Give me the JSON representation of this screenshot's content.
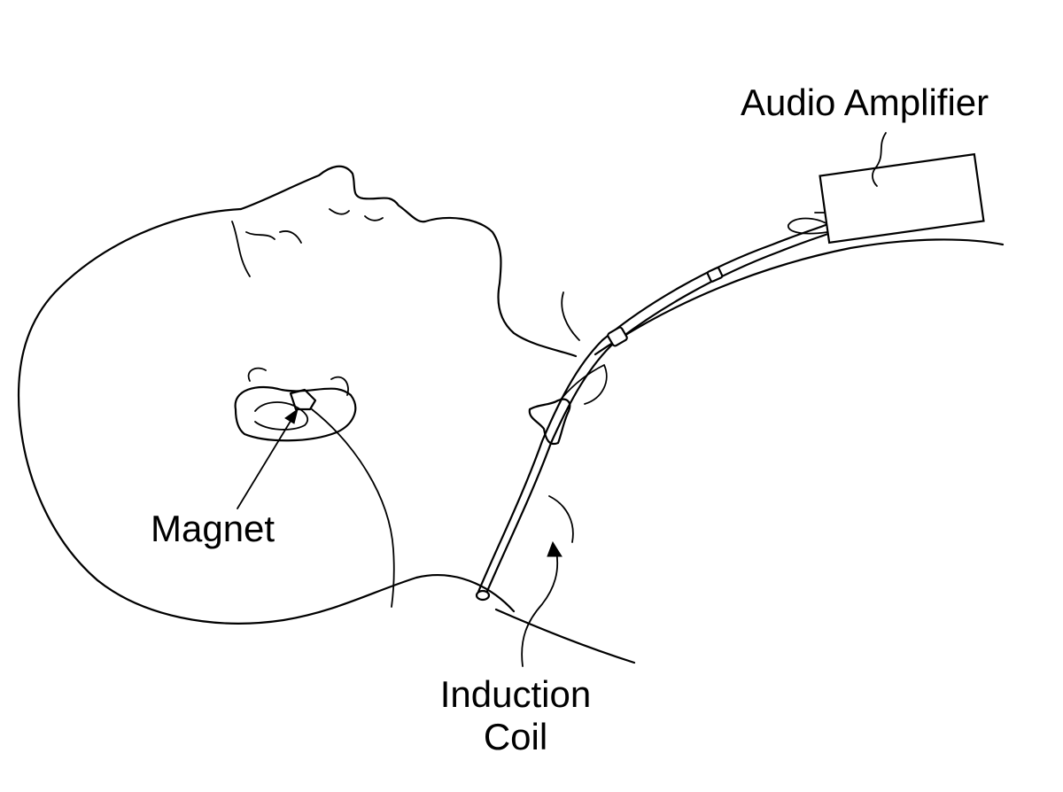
{
  "labels": {
    "audio_amplifier": "Audio Amplifier",
    "magnet": "Magnet",
    "induction_coil_line1": "Induction",
    "induction_coil_line2": "Coil"
  },
  "colors": {
    "ink": "#000000",
    "background": "#ffffff"
  }
}
